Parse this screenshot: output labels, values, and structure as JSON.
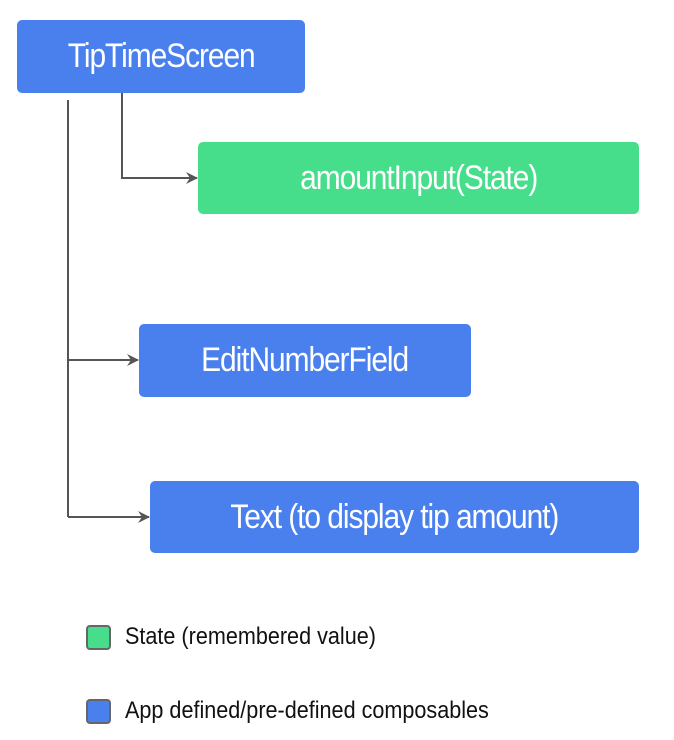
{
  "colors": {
    "composable": "#4A80EE",
    "state": "#47DE8B",
    "line": "#555555"
  },
  "nodes": {
    "root": "TipTimeScreen",
    "state": "amountInput(State)",
    "edit_field": "EditNumberField",
    "text": "Text (to display tip amount)"
  },
  "legend": {
    "state": "State (remembered value)",
    "composable": "App defined/pre-defined composables"
  }
}
